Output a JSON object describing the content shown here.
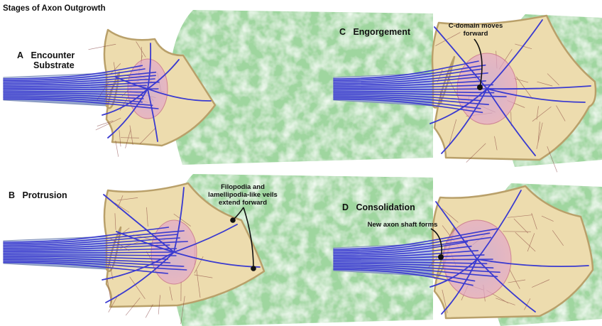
{
  "title": "Stages of Axon Outgrowth",
  "panels": [
    {
      "id": "A",
      "letter": "A",
      "label_line1": "Encounter",
      "label_line2": "Substrate"
    },
    {
      "id": "B",
      "letter": "B",
      "label": "Protrusion",
      "annotation": [
        "Filopodia and",
        "lamellipodia-like veils",
        "extend forward"
      ]
    },
    {
      "id": "C",
      "letter": "C",
      "label": "Engorgement",
      "annotation": [
        "C-domain moves",
        "forward"
      ]
    },
    {
      "id": "D",
      "letter": "D",
      "label": "Consolidation",
      "annotation": [
        "New axon shaft forms"
      ]
    }
  ],
  "colors": {
    "substrate": "#8fcf8f",
    "growth_cone": "#eddcae",
    "outline": "#b9a06a",
    "actin": "#7a2f2f",
    "transition_zone": "#d99ab8",
    "microtubule": "#3a3ad0",
    "axon_shadow": "#9fb2d8"
  }
}
